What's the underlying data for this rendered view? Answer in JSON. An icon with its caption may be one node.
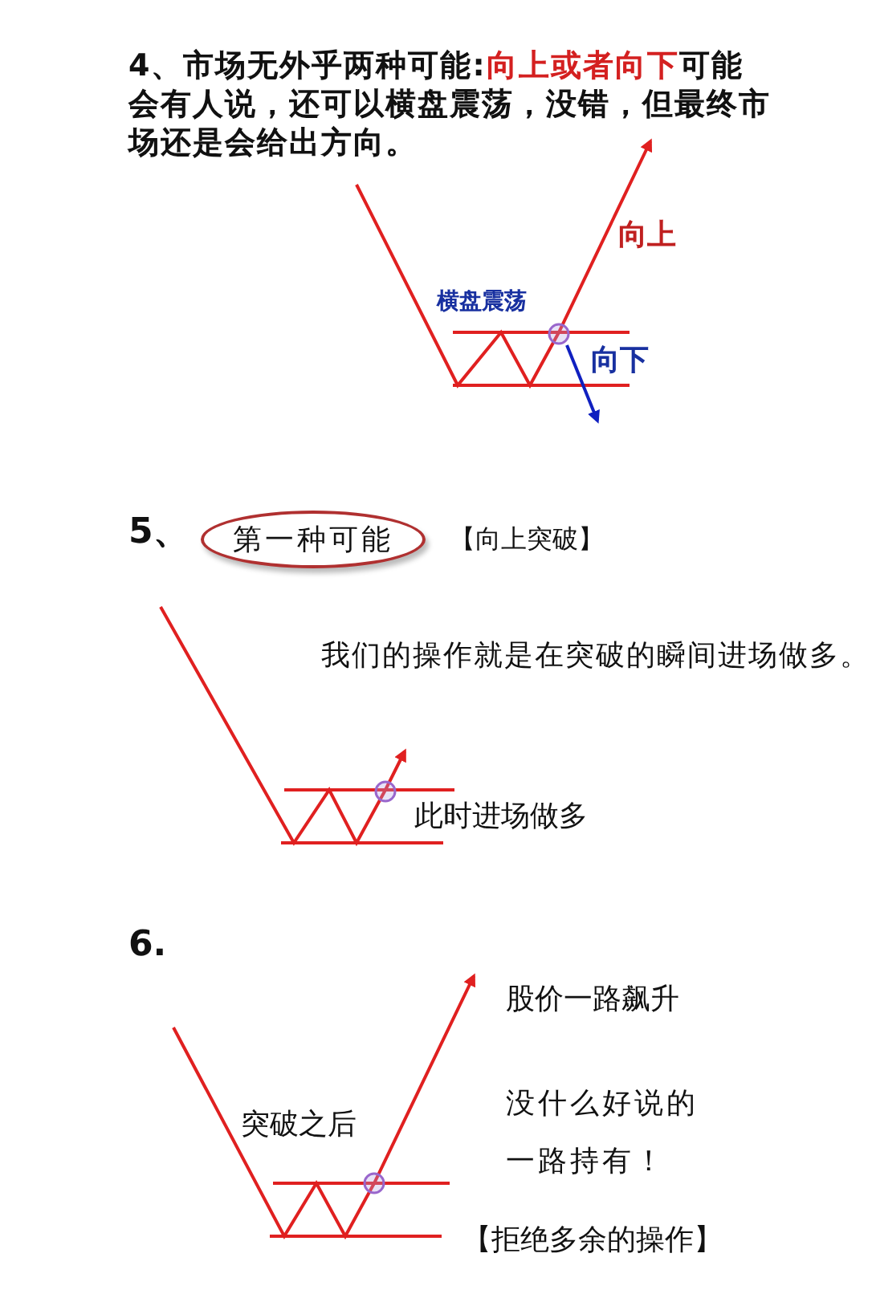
{
  "diagram": {
    "nodes": [
      {
        "text": [
          "第一种可能"
        ]
      }
    ],
    "edges": [],
    "labels": [
      "4、市场无外乎两种可能:**向上或者向下**可能会有人说，还可以横盘震荡，没错，但最终市场还是会给出方向。",
      "向上",
      "横盘震荡",
      "向下",
      "5、",
      "【向上突破】",
      "我们的操作就是在突破的瞬间进场做多。",
      "此时进场做多",
      "6.",
      "股价一路飙升",
      "突破之后",
      "没什么好说的一路持有！",
      "【拒绝多余的操作】"
    ]
  }
}
